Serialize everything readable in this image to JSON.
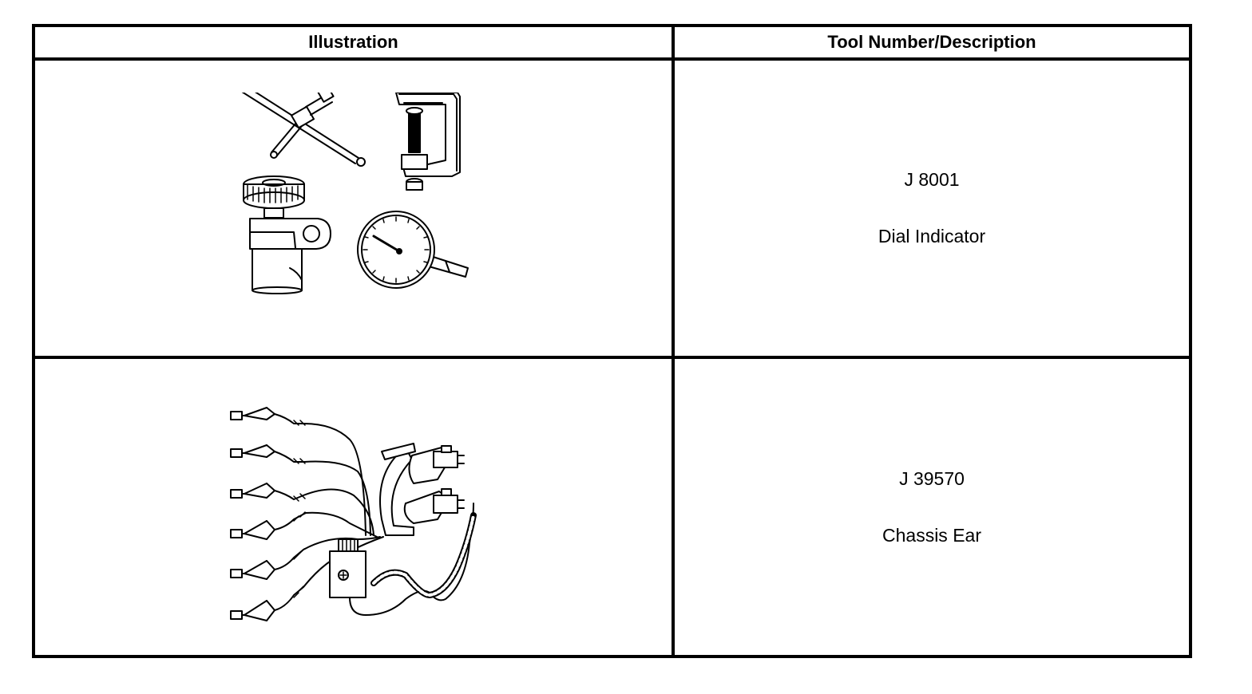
{
  "table": {
    "headers": {
      "illustration": "Illustration",
      "tool": "Tool Number/Description"
    },
    "rows": [
      {
        "illustration_icon": "dial-indicator-set-drawing",
        "tool_number": "J 8001",
        "description": "Dial Indicator"
      },
      {
        "illustration_icon": "chassis-ear-kit-drawing",
        "tool_number": "J 39570",
        "description": "Chassis Ear"
      }
    ]
  }
}
